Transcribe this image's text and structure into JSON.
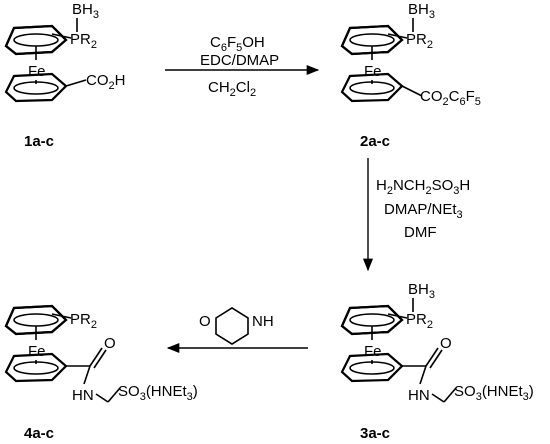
{
  "compounds": {
    "c1": {
      "top_label": "PR2",
      "bh3": "BH3",
      "metal": "Fe",
      "substituent": "CO2H",
      "id": "1a-c"
    },
    "c2": {
      "top_label": "PR2",
      "bh3": "BH3",
      "metal": "Fe",
      "substituent": "CO2C6F5",
      "id": "2a-c"
    },
    "c3": {
      "top_label": "PR2",
      "bh3": "BH3",
      "metal": "Fe",
      "carbonyl_o": "O",
      "nh": "HN",
      "sulfonate": "SO3(HNEt3)",
      "id": "3a-c"
    },
    "c4": {
      "top_label": "PR2",
      "metal": "Fe",
      "carbonyl_o": "O",
      "nh": "HN",
      "sulfonate": "SO3(HNEt3)",
      "id": "4a-c"
    }
  },
  "arrows": {
    "a1": {
      "line1": "C6F5OH",
      "line2": "EDC/DMAP",
      "line3": "CH2Cl2"
    },
    "a2": {
      "line1": "H2NCH2SO3H",
      "line2": "DMAP/NEt3",
      "line3": "DMF"
    },
    "a3": {
      "ring_o": "O",
      "ring_nh": "NH"
    }
  }
}
